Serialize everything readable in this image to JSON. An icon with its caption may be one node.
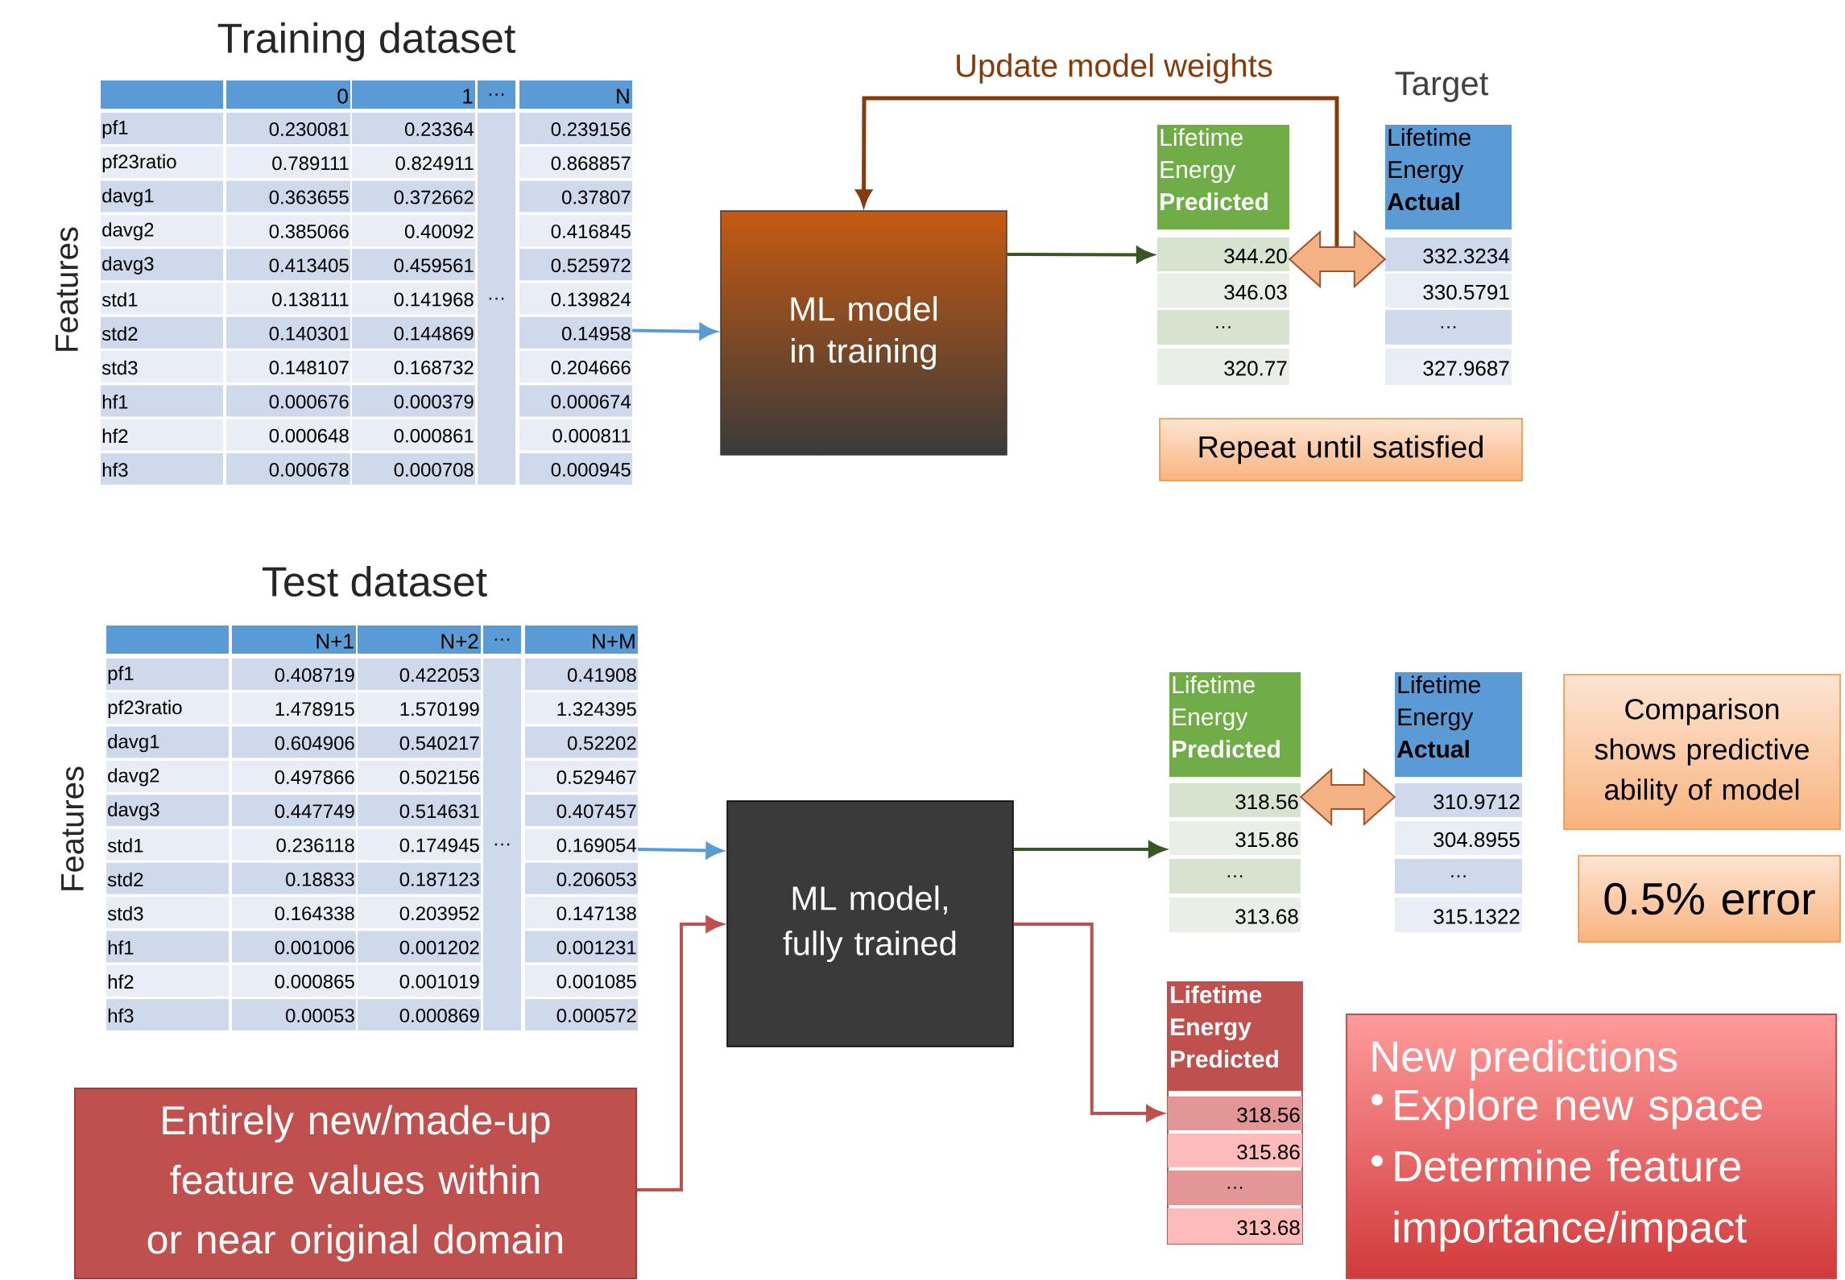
{
  "diagram": {
    "nodes": [
      {
        "text": [
          "Training dataset",
          "0",
          "1",
          "…",
          "N",
          "pf1",
          "0.230081",
          "0.23364",
          "0.239156",
          "pf23ratio",
          "0.789111",
          "0.824911",
          "0.868857",
          "davg1",
          "0.363655",
          "0.372662",
          "0.37807",
          "davg2",
          "0.385066",
          "0.40092",
          "0.416845",
          "davg3",
          "0.413405",
          "0.459561",
          "0.525972",
          "std1",
          "0.138111",
          "0.141968",
          "…",
          "0.139824",
          "std2",
          "0.140301",
          "0.144869",
          "0.14958",
          "std3",
          "0.148107",
          "0.168732",
          "0.204666",
          "hf1",
          "0.000676",
          "0.000379",
          "0.000674",
          "hf2",
          "0.000648",
          "0.000861",
          "0.000811",
          "hf3",
          "0.000678",
          "0.000708",
          "0.000945"
        ],
        "beside": [
          "Features"
        ]
      },
      {
        "text": [
          "ML model in training"
        ]
      },
      {
        "text": [
          "Lifetime Energy **Predicted**",
          "344.20",
          "346.03",
          "…",
          "320.77"
        ]
      },
      {
        "text": [
          "Target",
          "Lifetime Energy **Actual**",
          "332.3234",
          "330.5791",
          "…",
          "327.9687"
        ]
      },
      {
        "text": [
          "Repeat until satisfied"
        ]
      },
      {
        "text": [
          "Test dataset",
          "N+1",
          "N+2",
          "…",
          "N+M",
          "pf1",
          "0.408719",
          "0.422053",
          "0.41908",
          "pf23ratio",
          "1.478915",
          "1.570199",
          "1.324395",
          "davg1",
          "0.604906",
          "0.540217",
          "0.52202",
          "davg2",
          "0.497866",
          "0.502156",
          "0.529467",
          "davg3",
          "0.447749",
          "0.514631",
          "0.407457",
          "std1",
          "0.236118",
          "0.174945",
          "…",
          "0.169054",
          "std2",
          "0.18833",
          "0.187123",
          "0.206053",
          "std3",
          "0.164338",
          "0.203952",
          "0.147138",
          "hf1",
          "0.001006",
          "0.001202",
          "0.001231",
          "hf2",
          "0.000865",
          "0.001019",
          "0.001085",
          "hf3",
          "0.00053",
          "0.000869",
          "0.000572"
        ],
        "beside": [
          "Features"
        ]
      },
      {
        "text": [
          "ML model, fully trained"
        ]
      },
      {
        "text": [
          "Lifetime Energy **Predicted**",
          "318.56",
          "315.86",
          "…",
          "313.68"
        ]
      },
      {
        "text": [
          "Lifetime Energy **Actual**",
          "310.9712",
          "304.8955",
          "…",
          "315.1322"
        ]
      },
      {
        "text": [
          "Comparison shows predictive ability of model"
        ]
      },
      {
        "text": [
          "0.5% error"
        ]
      },
      {
        "text": [
          "Entirely new/made-up feature values within or near original domain"
        ]
      },
      {
        "text": [
          "Lifetime Energy Predicted",
          "318.56",
          "315.86",
          "…",
          "313.68"
        ]
      },
      {
        "text": [
          "New predictions",
          "Explore new space",
          "Determine feature importance/impact"
        ]
      }
    ],
    "edges": [
      {
        "from": 0,
        "to": 1,
        "arrow": "to",
        "color": "#5b9bd5"
      },
      {
        "from": 1,
        "to": 2,
        "arrow": "to",
        "color": "#375623"
      },
      {
        "from": null,
        "to": 1,
        "arrow": "to",
        "label": "Update model weights",
        "color": "#843c0c"
      },
      {
        "from": 2,
        "to": 3,
        "arrow": "both",
        "style": "thick",
        "color": "#f4b183"
      },
      {
        "from": 5,
        "to": 6,
        "arrow": "to",
        "color": "#5b9bd5"
      },
      {
        "from": 11,
        "to": 6,
        "arrow": "to",
        "color": "#c0504d"
      },
      {
        "from": 6,
        "to": 7,
        "arrow": "to",
        "color": "#375623"
      },
      {
        "from": 6,
        "to": 12,
        "arrow": "to",
        "color": "#c0504d"
      },
      {
        "from": 7,
        "to": 8,
        "arrow": "both",
        "style": "thick",
        "color": "#f4b183"
      }
    ]
  }
}
